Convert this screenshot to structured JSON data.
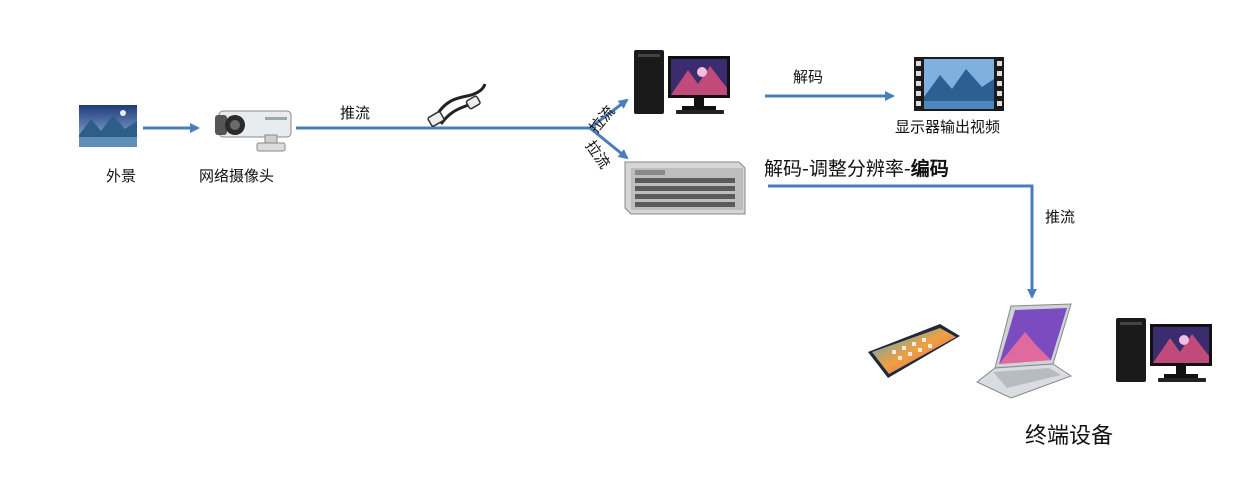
{
  "labels": {
    "outdoor": "外景",
    "camera": "网络摄像头",
    "push1": "推流",
    "pull_up": "拉流",
    "pull_down": "拉流",
    "decode": "解码",
    "display": "显示器输出视频",
    "process_prefix": "解码-调整分辨率-",
    "process_bold": "编码",
    "push2": "推流",
    "terminal": "终端设备"
  },
  "icons": {
    "outdoor": "landscape-photo-icon",
    "camera": "bullet-camera-icon",
    "cable": "ethernet-cable-icon",
    "pc_top": "desktop-pc-icon",
    "video": "film-strip-icon",
    "server": "rack-server-icon",
    "phone": "smartphone-icon",
    "laptop": "laptop-icon",
    "pc_bottom": "desktop-pc-icon"
  },
  "colors": {
    "arrow": "#4a7ebb",
    "accent": "#2a55a0"
  }
}
